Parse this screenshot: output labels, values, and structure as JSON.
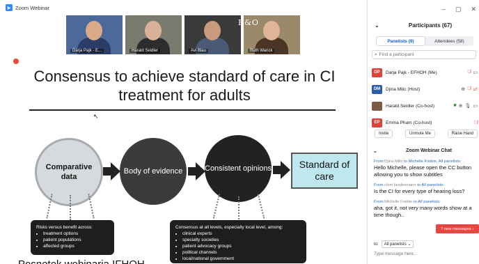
{
  "window": {
    "title": "Zoom Webinar",
    "controls": [
      "–",
      "▢",
      "✕"
    ]
  },
  "video_tiles": [
    {
      "name": "Darja Pajk - E...",
      "bg": "#4b6a9a",
      "skin": "#d9a98a",
      "shirt": "#2b3c66"
    },
    {
      "name": "Harald Seidler",
      "bg": "#7a7a6e",
      "skin": "#d8b19a",
      "shirt": "#2d2d2d"
    },
    {
      "name": "Avi Blau",
      "bg": "#3a3a3a",
      "skin": "#c99a7c",
      "shirt": "#4a5a74"
    },
    {
      "name": "Ruth Warick",
      "bg": "#9a8a6a",
      "skin": "#e0b597",
      "shirt": "#4b3527"
    }
  ],
  "bo_logo": "B&O",
  "slide": {
    "title": "Consensus to achieve standard of care in CI treatment for adults",
    "circle1": "Comparative data",
    "circle2": "Body of evidence",
    "circle3": "Consistent opinions",
    "box": "Standard of care",
    "note1": {
      "heading": "Risks versus benefit across:",
      "items": [
        "treatment options",
        "patient populations",
        "affected groups"
      ]
    },
    "note2": {
      "heading": "Consensus at all levels, especially local level, among:",
      "items": [
        "clinical experts",
        "specialty societies",
        "patient advocacy groups",
        "political channels",
        "local/national government"
      ]
    }
  },
  "caption": "Posnetek webinarja IFHOH",
  "participants": {
    "header": "Participants (67)",
    "tabs": {
      "panelists": "Panelists (9)",
      "attendees": "Attendees (58)"
    },
    "search_placeholder": "Find a participant",
    "list": [
      {
        "initials": "DP",
        "color": "#d9443b",
        "name": "Darja Pajk - EFHOH (Me)"
      },
      {
        "initials": "DM",
        "color": "#2b5ea8",
        "name": "Djina Milic (Host)"
      },
      {
        "initials": "",
        "color": "#7c5a45",
        "name": "Harald Seidler (Co-host)"
      },
      {
        "initials": "EP",
        "color": "#d9443b",
        "name": "Emma Pham (Co-host)"
      }
    ],
    "buttons": {
      "invite": "Invite",
      "unmute": "Unmute Me",
      "raise": "Raise Hand"
    }
  },
  "chat": {
    "header": "Zoom Webinar Chat",
    "messages": [
      {
        "from": "Djina Milic",
        "to": "Michelle Frisbie, All panelists",
        "text": "Hello Michelle, please open the CC button allowing you to show subtitles"
      },
      {
        "from": "clem landesmann",
        "to": "All panelists",
        "text": "Is the CI for every type of hearing loss?"
      },
      {
        "from": "Michelle Frisbie",
        "to": "All panelists",
        "text": "aha, got it, not very many words show at a time though.."
      }
    ],
    "new_messages": "7 new messages ↓",
    "to_label": "to:",
    "to_value": "All panelists ⌄",
    "input_placeholder": "Type message here..."
  }
}
